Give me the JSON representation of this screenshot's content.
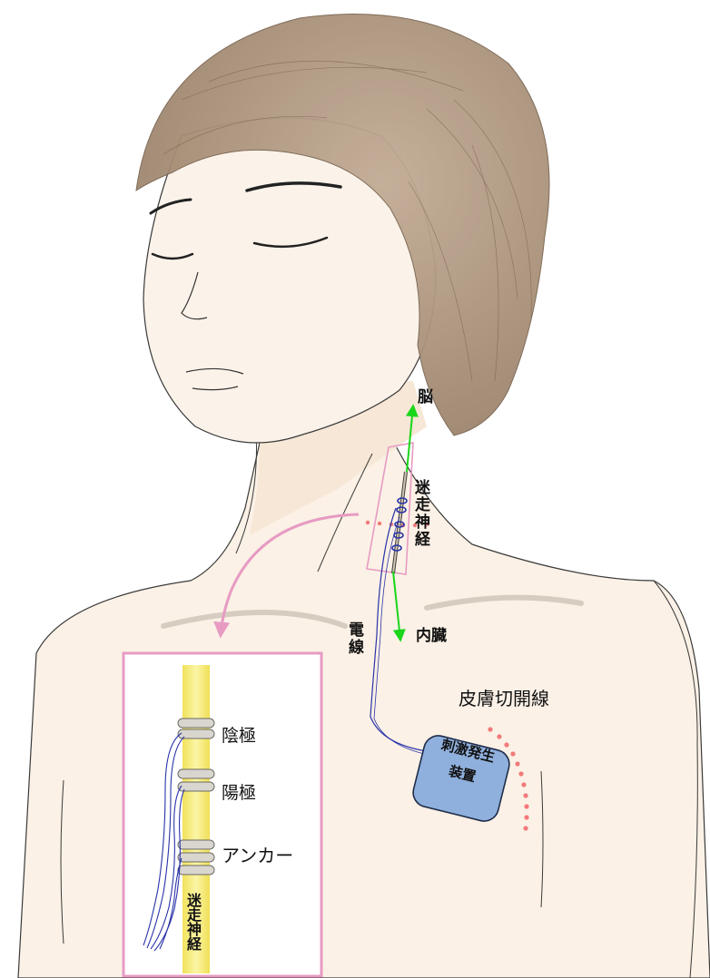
{
  "labels": {
    "brain": "脳",
    "vagus_nerve": "迷走神経",
    "electrode_wire": "電線",
    "viscera": "内臓",
    "skin_incision_line": "皮膚切開線",
    "stimulator_line1": "刺激発生",
    "stimulator_line2": "装置",
    "cathode": "陰極",
    "anode": "陽極",
    "anchor": "アンカー",
    "inset_vagus_nerve": "迷走神経"
  },
  "colors": {
    "arrow_green": "#19d619",
    "inset_border": "#e79bc3",
    "incision_dots": "#f27a7a",
    "stimulator_fill": "#8fb0dc",
    "lead_wire": "#2a33a8",
    "nerve_yellow": "#f6ec7a",
    "hair": "#a8907a",
    "skin": "#fbf1e6"
  }
}
